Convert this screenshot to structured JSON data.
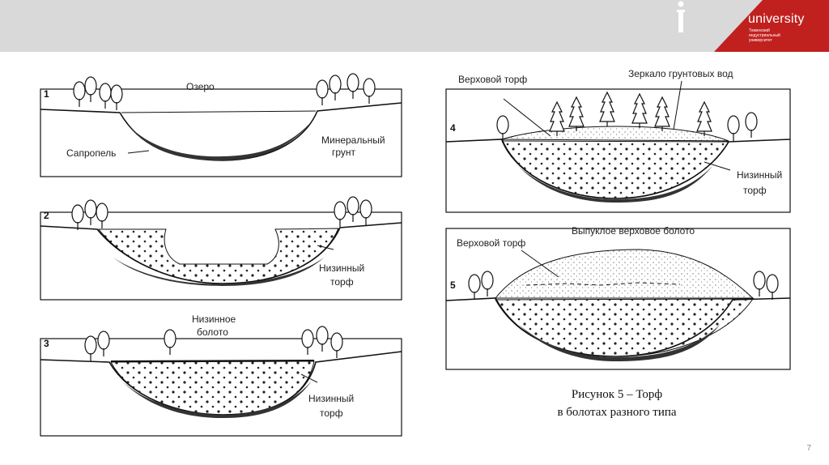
{
  "brand": {
    "name": "university",
    "subtitle_lines": [
      "Тюменский",
      "индустриальный",
      "университет"
    ],
    "colors": {
      "accent": "#c0211f",
      "band": "#d9d9d9"
    }
  },
  "panels": [
    {
      "number": "1",
      "labels": [
        "Озеро",
        "Минеральный",
        "грунт",
        "Сапропель"
      ]
    },
    {
      "number": "2",
      "labels": [
        "Низинный",
        "торф"
      ]
    },
    {
      "number": "3",
      "labels": [
        "Низинное",
        "болото",
        "Низинный",
        "торф"
      ]
    },
    {
      "number": "4",
      "labels": [
        "Верховой торф",
        "Зеркало грунтовых вод",
        "Низинный",
        "торф"
      ]
    },
    {
      "number": "5",
      "labels": [
        "Выпуклое  верховое болото",
        "Верховой торф"
      ]
    }
  ],
  "caption": {
    "line1": "Рисунок 5 – Торф",
    "line2": "в болотах разного типа"
  },
  "page_number": "7"
}
